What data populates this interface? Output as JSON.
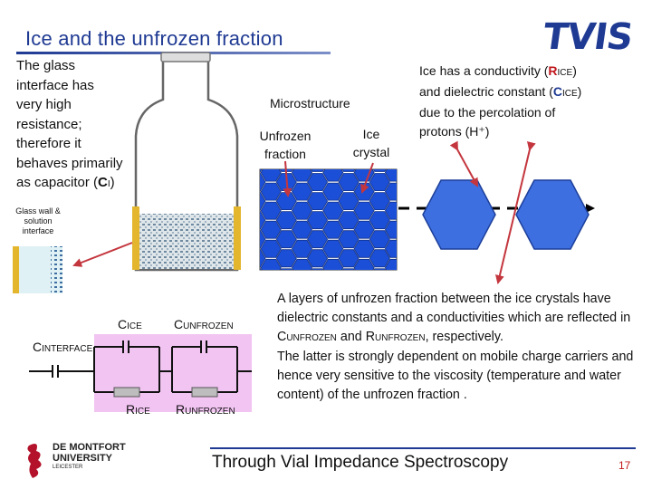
{
  "header": {
    "title": "Ice and the unfrozen fraction",
    "logo": "TVIS"
  },
  "glass": {
    "lines": [
      "The glass",
      "interface has",
      "very high",
      "resistance;",
      "therefore it",
      "behaves primarily"
    ],
    "last_prefix": "as capacitor (",
    "last_symbol": "C",
    "last_sub": "I",
    "last_suffix": ")",
    "wall_label": "Glass wall & solution interface"
  },
  "microstructure": {
    "heading": "Microstructure",
    "unfrozen_label": "Unfrozen fraction",
    "crystal_label": "Ice crystal"
  },
  "conductivity": {
    "line1_pre": "Ice has a conductivity (",
    "line1_sym": "R",
    "line1_sub": "ICE",
    "line1_post": ")",
    "line2_pre": "and dielectric constant (",
    "line2_sym": "C",
    "line2_sub": "ICE",
    "line2_post": ")",
    "line3": "due to the percolation of",
    "line4": "protons (H⁺)"
  },
  "circuit": {
    "c_ice": "C",
    "c_ice_sub": "ICE",
    "c_unfrozen": "C",
    "c_unfrozen_sub": "UNFROZEN",
    "c_interface": "C",
    "c_interface_sub": "INTERFACE",
    "r_ice": "R",
    "r_ice_sub": "ICE",
    "r_unfrozen": "R",
    "r_unfrozen_sub": "UNFROZEN"
  },
  "lower_text": {
    "p1_a": "A layers of unfrozen fraction between the ice crystals have dielectric constants and a conductivities which are reflected in C",
    "p1_sub1": "UNFROZEN",
    "p1_b": " and R",
    "p1_sub2": "UNFROZEN",
    "p1_c": ", respectively.",
    "p2": "The latter is strongly dependent on mobile charge carriers and hence very sensitive to the viscosity (temperature and water content) of  the unfrozen fraction ."
  },
  "footer": {
    "university_line1": "DE MONTFORT",
    "university_line2": "UNIVERSITY",
    "university_line3": "LEICESTER",
    "title": "Through Vial Impedance Spectroscopy",
    "page": "17"
  },
  "colors": {
    "title_blue": "#1f3a93",
    "ice_blue": "#3e6fe0",
    "hex_fill": "#1c4fd8",
    "circuit_bg": "#f2c4f2",
    "red_accent": "#c0171d",
    "arrow_red": "#c4363e"
  }
}
